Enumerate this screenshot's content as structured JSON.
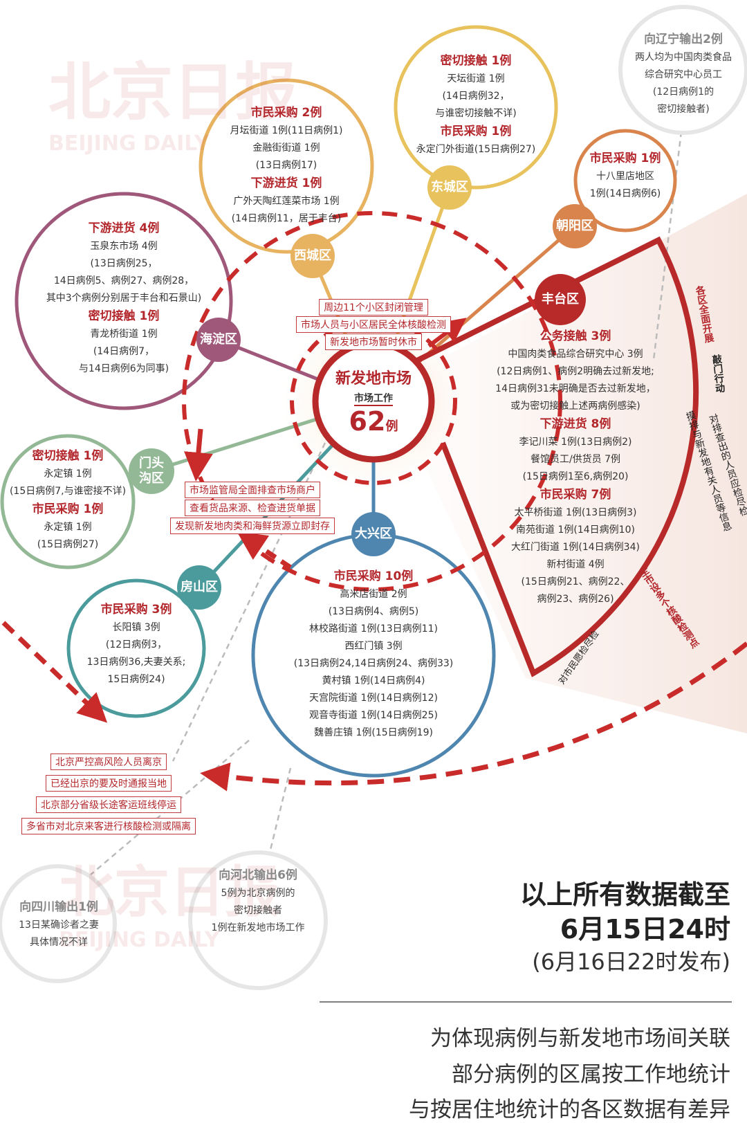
{
  "watermark": {
    "cn": "北京日报",
    "en": "BEIJING DAILY"
  },
  "center": {
    "name": "新发地市场",
    "sub": "市场工作",
    "count": "62",
    "unit": "例"
  },
  "nodes": {
    "xicheng": "西城区",
    "dongcheng": "东城区",
    "chaoyang": "朝阳区",
    "fengtai": "丰台区",
    "haidian": "海淀区",
    "mentougou": "门头沟区",
    "fangshan": "房山区",
    "daxing": "大兴区"
  },
  "districts": {
    "xicheng": [
      {
        "t": "市民采购 2例"
      },
      {
        "l": "月坛街道 1例(11日病例1)"
      },
      {
        "l": "金融街街道 1例"
      },
      {
        "l": "(13日病例17)"
      },
      {
        "t": "下游进货 1例"
      },
      {
        "l": "广外天陶红莲菜市场 1例"
      },
      {
        "l": "(14日病例11，居于丰台)"
      }
    ],
    "dongcheng": [
      {
        "t": "密切接触 1例"
      },
      {
        "l": "天坛街道 1例"
      },
      {
        "l": "(14日病例32，"
      },
      {
        "l": "与谁密切接触不详)"
      },
      {
        "t": "市民采购 1例"
      },
      {
        "l": "永定门外街道(15日病例27)"
      }
    ],
    "chaoyang": [
      {
        "t": "市民采购 1例"
      },
      {
        "l": "十八里店地区"
      },
      {
        "l": "1例(14日病例6)"
      }
    ],
    "liaoning": [
      {
        "t": "向辽宁输出2例"
      },
      {
        "l": "两人均为中国肉类食品"
      },
      {
        "l": "综合研究中心员工"
      },
      {
        "l": "(12日病例1的"
      },
      {
        "l": "密切接触者)"
      }
    ],
    "haidian": [
      {
        "t": "下游进货 4例"
      },
      {
        "l": "玉泉东市场 4例"
      },
      {
        "l": "(13日病例25，"
      },
      {
        "l": "14日病例5、病例27、病例28，"
      },
      {
        "l": "其中3个病例分别居于丰台和石景山)"
      },
      {
        "t": "密切接触 1例"
      },
      {
        "l": "青龙桥街道 1例"
      },
      {
        "l": "(14日病例7，"
      },
      {
        "l": "与14日病例6为同事)"
      }
    ],
    "mentougou": [
      {
        "t": "密切接触 1例"
      },
      {
        "l": "永定镇 1例"
      },
      {
        "l": "(15日病例7,与谁密接不详)"
      },
      {
        "t": "市民采购 1例"
      },
      {
        "l": "永定镇 1例"
      },
      {
        "l": "(15日病例27)"
      }
    ],
    "fangshan": [
      {
        "t": "市民采购 3例"
      },
      {
        "l": "长阳镇 3例"
      },
      {
        "l": "(12日病例3，"
      },
      {
        "l": "13日病例36,夫妻关系;"
      },
      {
        "l": "15日病例24)"
      }
    ],
    "daxing": [
      {
        "t": "市民采购 10例"
      },
      {
        "l": "高米店街道 2例"
      },
      {
        "l": "(13日病例4、病例5)"
      },
      {
        "l": "林校路街道 1例(13日病例11)"
      },
      {
        "l": "西红门镇 3例"
      },
      {
        "l": "(13日病例24,14日病例24、病例33)"
      },
      {
        "l": "黄村镇 1例(14日病例4)"
      },
      {
        "l": "天宫院街道 1例(14日病例12)"
      },
      {
        "l": "观音寺街道 1例(14日病例25)"
      },
      {
        "l": "魏善庄镇 1例(15日病例19)"
      }
    ],
    "fengtai": [
      {
        "t": "公务接触 3例"
      },
      {
        "l": "中国肉类食品综合研究中心 3例"
      },
      {
        "l": "(12日病例1、病例2明确去过新发地;"
      },
      {
        "l": "14日病例31未明确是否去过新发地，"
      },
      {
        "l": "或为密切接触上述两病例感染)"
      },
      {
        "t": "下游进货 8例"
      },
      {
        "l": "李记川菜 1例(13日病例2)"
      },
      {
        "l": "餐馆员工/供货员 7例"
      },
      {
        "l": "(15日病例1至6,病例20)"
      },
      {
        "t": "市民采购 7例"
      },
      {
        "l": "太平桥街道 1例(13日病例3)"
      },
      {
        "l": "南苑街道 1例(14日病例10)"
      },
      {
        "l": "大红门街道 1例(14日病例34)"
      },
      {
        "l": "新村街道 4例"
      },
      {
        "l": "(15日病例21、病例22、"
      },
      {
        "l": "病例23、病例26)"
      }
    ],
    "hebei": [
      {
        "t": "向河北输出6例"
      },
      {
        "l": "5例为北京病例的"
      },
      {
        "l": "密切接触者"
      },
      {
        "l": "1例在新发地市场工作"
      }
    ],
    "sichuan": [
      {
        "t": "向四川输出1例"
      },
      {
        "l": "13日某确诊者之妻"
      },
      {
        "l": "具体情况不详"
      }
    ]
  },
  "boxes_top": [
    "周边11个小区封闭管理",
    "市场人员与小区居民全体核酸检测",
    "新发地市场暂时休市"
  ],
  "boxes_mid": [
    "市场监管局全面排查市场商户",
    "查看货品来源、检查进货单据",
    "发现新发地肉类和海鲜货源立即封存"
  ],
  "boxes_bottom": [
    "北京严控高风险人员离京",
    "已经出京的要及时通报当地",
    "北京部分省级长途客运班线停运",
    "多省市对北京来客进行核酸检测或隔离"
  ],
  "arc_text": {
    "a1": "各区全面开展",
    "a2": "敲门行动",
    "b1": "摸排与新发地有关人员等信息",
    "b2": "对排查出的人员应检尽检",
    "c1": "全市设多个核酸检测点",
    "c2": "对市民愿检尽检"
  },
  "footer": {
    "line1": "以上所有数据截至",
    "line2": "6月15日24时",
    "line3": "(6月16日22时发布)",
    "note1": "为体现病例与新发地市场间关联",
    "note2": "部分病例的区属按工作地统计",
    "note3": "与按居住地统计的各区数据有差异"
  }
}
